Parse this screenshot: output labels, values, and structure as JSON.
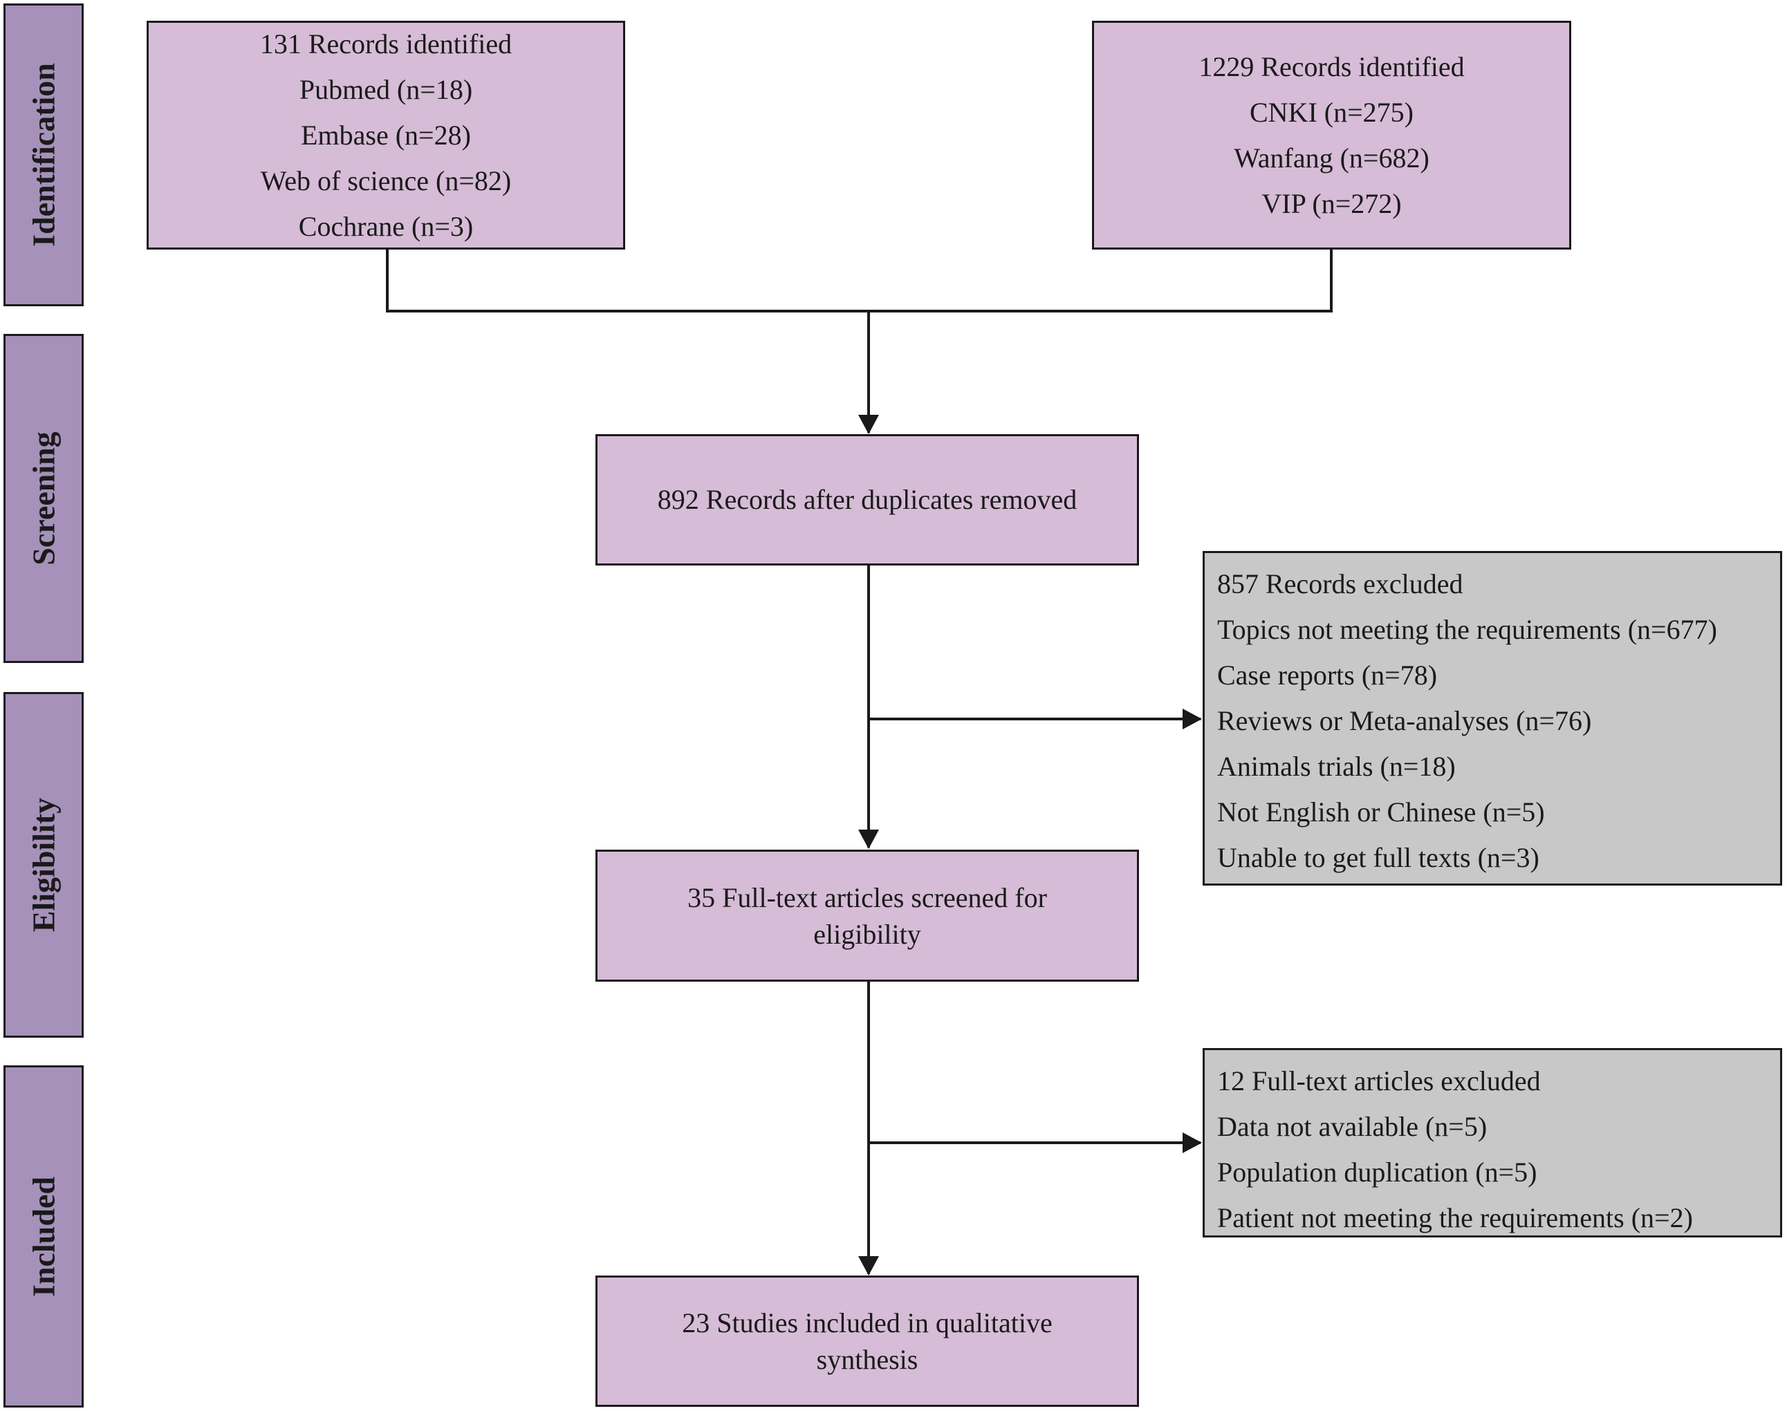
{
  "phases": [
    "Identification",
    "Screening",
    "Eligibility",
    "Included"
  ],
  "identification_left": {
    "title": "131 Records identified",
    "items": [
      "Pubmed (n=18)",
      "Embase (n=28)",
      "Web of science (n=82)",
      "Cochrane (n=3)"
    ]
  },
  "identification_right": {
    "title": "1229 Records identified",
    "items": [
      "CNKI (n=275)",
      "Wanfang (n=682)",
      "VIP (n=272)"
    ]
  },
  "screening_box": {
    "text": "892 Records after duplicates removed"
  },
  "excluded_records": {
    "title": "857 Records excluded",
    "items": [
      "Topics not meeting the requirements (n=677)",
      "Case reports (n=78)",
      "Reviews or Meta-analyses (n=76)",
      "Animals trials (n=18)",
      "Not English or Chinese (n=5)",
      "Unable to get full texts (n=3)"
    ]
  },
  "eligibility_box": {
    "lines": [
      "35 Full-text articles screened for",
      "eligibility"
    ]
  },
  "excluded_fulltext": {
    "title": "12 Full-text articles excluded",
    "items": [
      "Data not available (n=5)",
      "Population duplication (n=5)",
      "Patient not meeting the requirements (n=2)"
    ]
  },
  "included_box": {
    "lines": [
      "23 Studies included in qualitative",
      "synthesis"
    ]
  },
  "colors": {
    "phase_fill": "#a691ba",
    "box_fill": "#d6bcd6",
    "exclusion_fill": "#c8c8c8",
    "line": "#1a1a1a"
  }
}
